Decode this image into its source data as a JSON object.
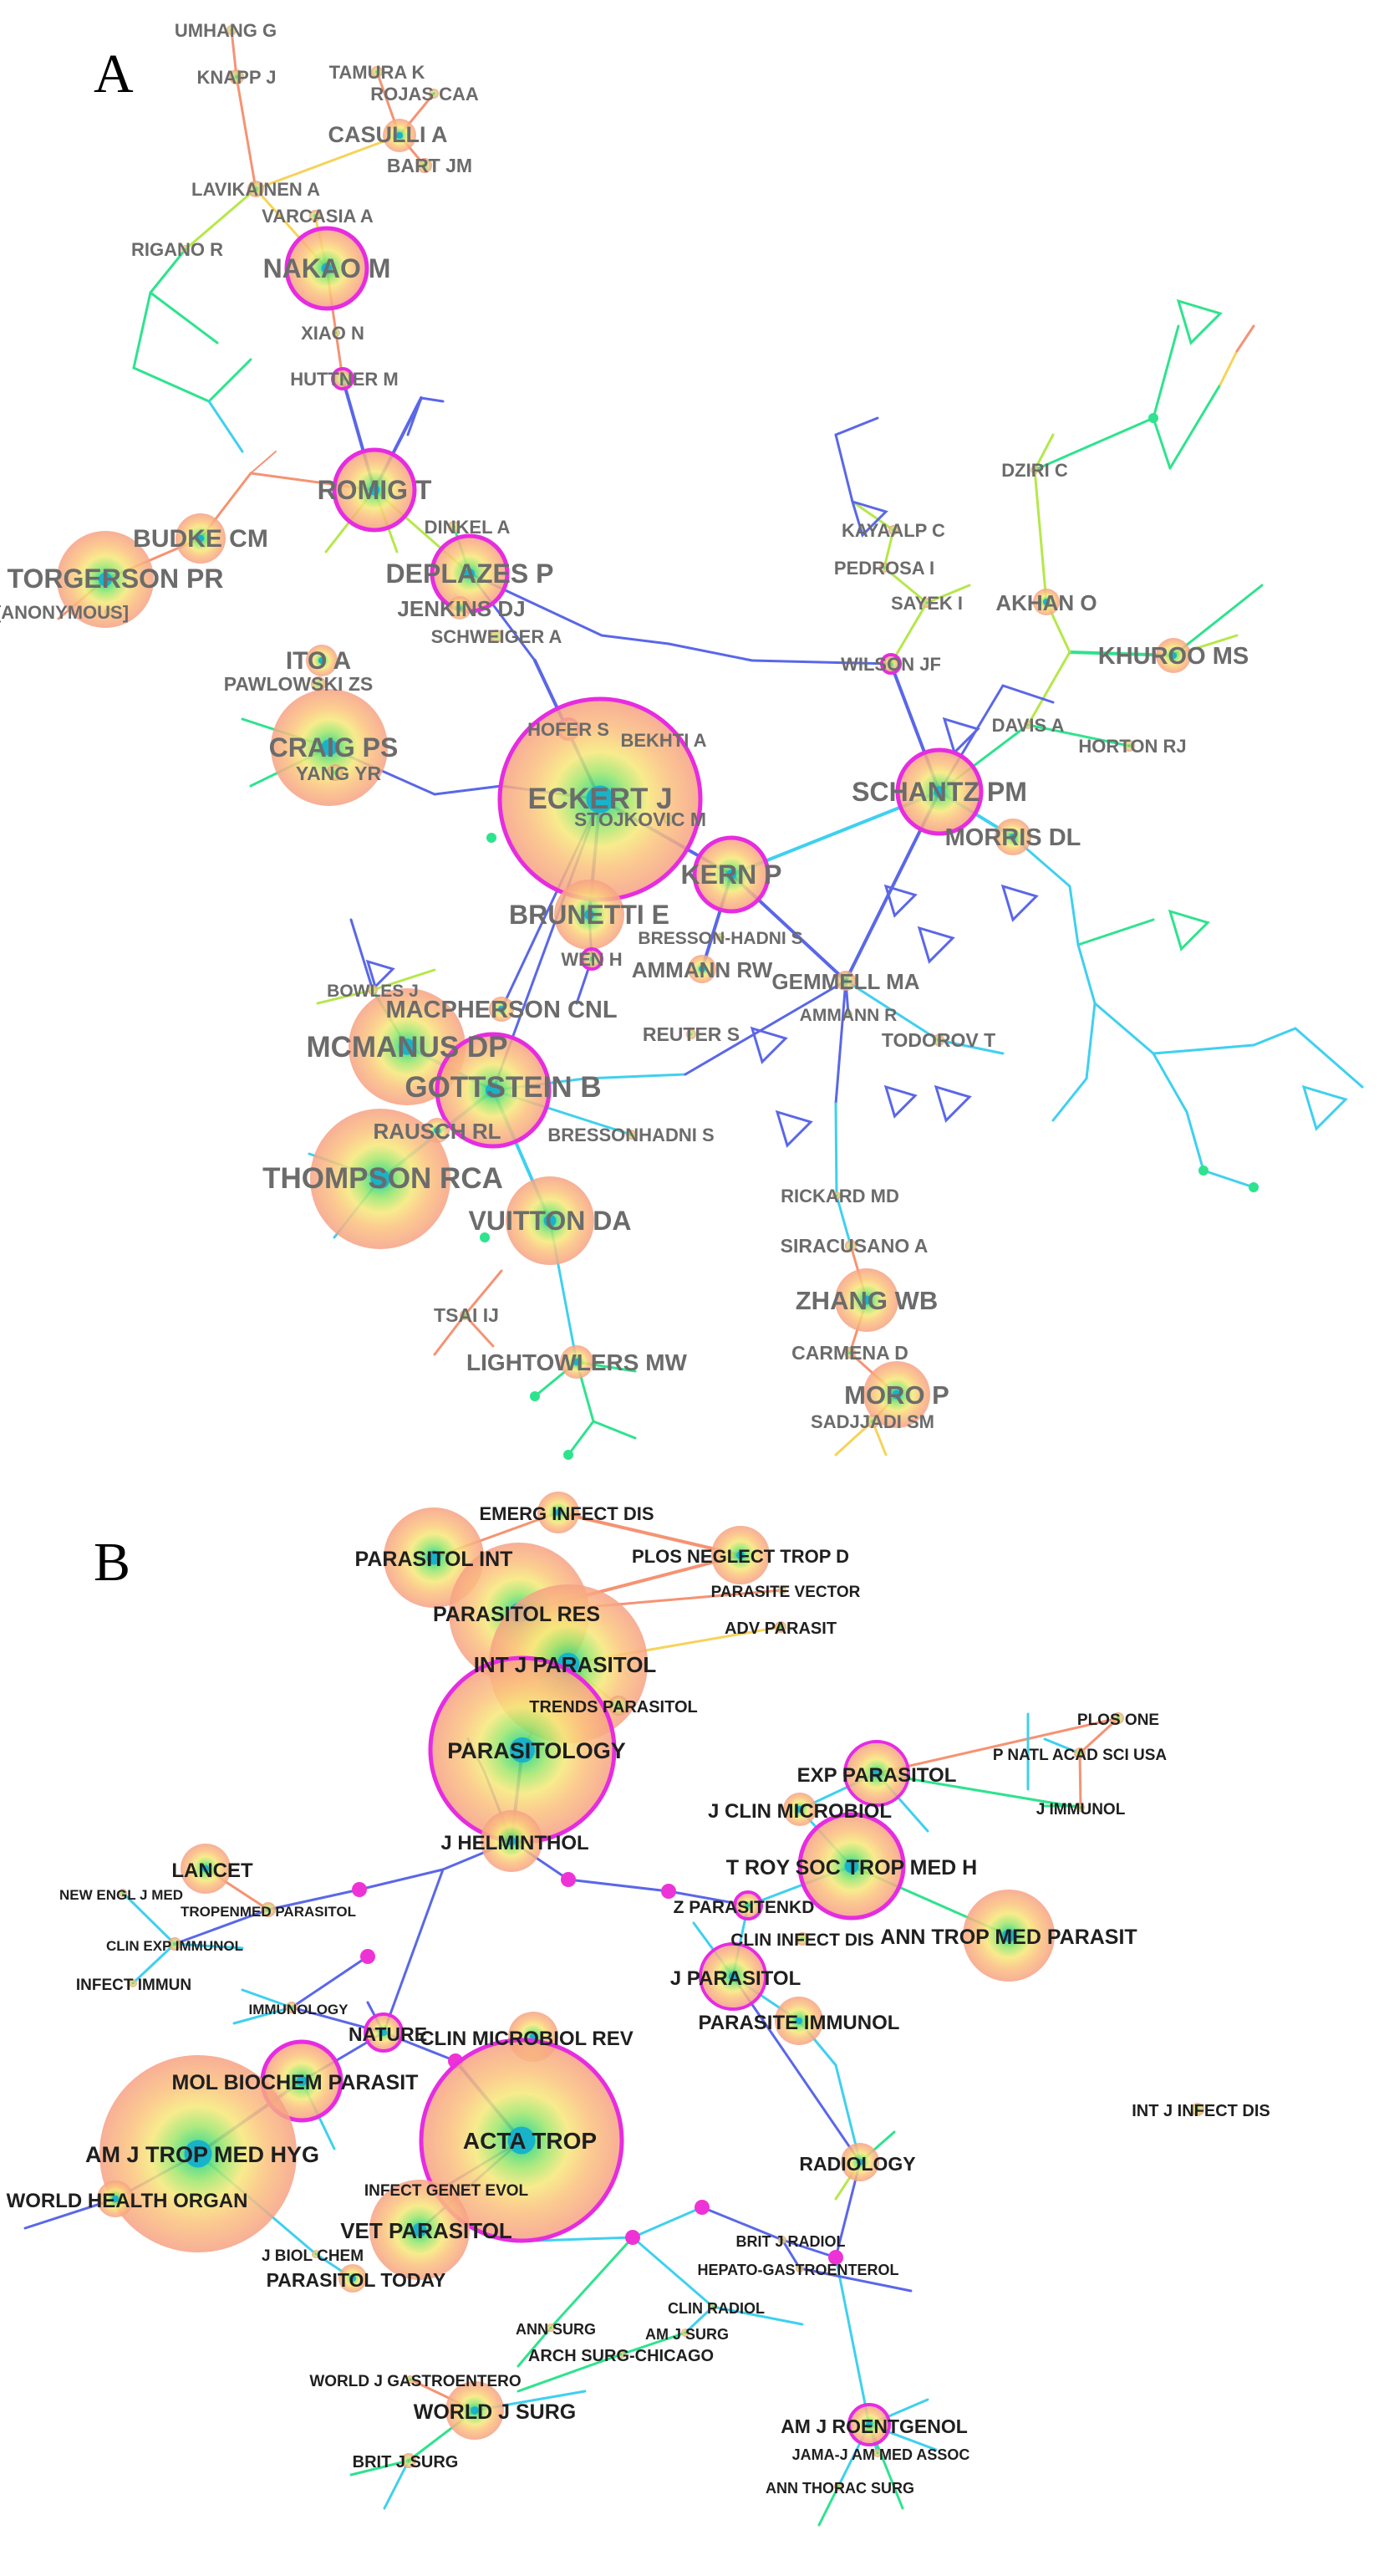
{
  "panels": [
    {
      "id": "A",
      "letter": "A",
      "nodes": [
        {
          "key": "umhang",
          "label": "UMHANG G",
          "size": 1
        },
        {
          "key": "knapp",
          "label": "KNAPP J",
          "size": 1
        },
        {
          "key": "tamura",
          "label": "TAMURA K",
          "size": 1
        },
        {
          "key": "rojas",
          "label": "ROJAS CAA",
          "size": 1
        },
        {
          "key": "casulli",
          "label": "CASULLI A",
          "size": 2
        },
        {
          "key": "bart",
          "label": "BART JM",
          "size": 2
        },
        {
          "key": "lavikainen",
          "label": "LAVIKAINEN A",
          "size": 2
        },
        {
          "key": "varcasia",
          "label": "VARCASIA A",
          "size": 1
        },
        {
          "key": "rigano",
          "label": "RIGANO R",
          "size": 1
        },
        {
          "key": "nakao",
          "label": "NAKAO M",
          "size": 3
        },
        {
          "key": "xiao",
          "label": "XIAO N",
          "size": 1
        },
        {
          "key": "huttner",
          "label": "HUTTNER M",
          "size": 2
        },
        {
          "key": "romig",
          "label": "ROMIG T",
          "size": 3
        },
        {
          "key": "budke",
          "label": "BUDKE CM",
          "size": 2
        },
        {
          "key": "torgerson",
          "label": "TORGERSON PR",
          "size": 3
        },
        {
          "key": "anonymous",
          "label": "[ANONYMOUS]",
          "size": 1
        },
        {
          "key": "dinkel",
          "label": "DINKEL A",
          "size": 1
        },
        {
          "key": "deplazes",
          "label": "DEPLAZES P",
          "size": 3
        },
        {
          "key": "jenkins",
          "label": "JENKINS DJ",
          "size": 2
        },
        {
          "key": "schweiger",
          "label": "SCHWEIGER A",
          "size": 1
        },
        {
          "key": "ito",
          "label": "ITO A",
          "size": 2
        },
        {
          "key": "pawlowski",
          "label": "PAWLOWSKI ZS",
          "size": 1
        },
        {
          "key": "craig",
          "label": "CRAIG PS",
          "size": 4
        },
        {
          "key": "yang",
          "label": "YANG YR",
          "size": 2
        },
        {
          "key": "hofer",
          "label": "HOFER S",
          "size": 1
        },
        {
          "key": "bekhti",
          "label": "BEKHTI A",
          "size": 1
        },
        {
          "key": "eckert",
          "label": "ECKERT J",
          "size": 5
        },
        {
          "key": "stojkovic",
          "label": "STOJKOVIC M",
          "size": 1
        },
        {
          "key": "kern",
          "label": "KERN P",
          "size": 3
        },
        {
          "key": "brunetti",
          "label": "BRUNETTI E",
          "size": 3
        },
        {
          "key": "bressonhadni_s",
          "label": "BRESSON-HADNI S",
          "size": 1
        },
        {
          "key": "wenh",
          "label": "WEN H",
          "size": 1
        },
        {
          "key": "ammannrw",
          "label": "AMMANN RW",
          "size": 2
        },
        {
          "key": "gemmell",
          "label": "GEMMELL MA",
          "size": 2
        },
        {
          "key": "ammannr",
          "label": "AMMANN R",
          "size": 1
        },
        {
          "key": "bowles",
          "label": "BOWLES J",
          "size": 1
        },
        {
          "key": "macpherson",
          "label": "MACPHERSON CNL",
          "size": 2
        },
        {
          "key": "reuter",
          "label": "REUTER S",
          "size": 1
        },
        {
          "key": "todorov",
          "label": "TODOROV T",
          "size": 1
        },
        {
          "key": "mcmanus",
          "label": "MCMANUS DP",
          "size": 4
        },
        {
          "key": "gottstein",
          "label": "GOTTSTEIN B",
          "size": 4
        },
        {
          "key": "rausch",
          "label": "RAUSCH RL",
          "size": 2
        },
        {
          "key": "bressonhadnis",
          "label": "BRESSONHADNI S",
          "size": 1
        },
        {
          "key": "thompson",
          "label": "THOMPSON RCA",
          "size": 4
        },
        {
          "key": "vuitton",
          "label": "VUITTON DA",
          "size": 3
        },
        {
          "key": "rickard",
          "label": "RICKARD MD",
          "size": 1
        },
        {
          "key": "siracusano",
          "label": "SIRACUSANO A",
          "size": 1
        },
        {
          "key": "zhangwb",
          "label": "ZHANG WB",
          "size": 3
        },
        {
          "key": "tsai",
          "label": "TSAI IJ",
          "size": 1
        },
        {
          "key": "lightowlers",
          "label": "LIGHTOWLERS MW",
          "size": 2
        },
        {
          "key": "carmena",
          "label": "CARMENA D",
          "size": 1
        },
        {
          "key": "moro",
          "label": "MORO P",
          "size": 3
        },
        {
          "key": "sadjjadi",
          "label": "SADJJADI SM",
          "size": 1
        },
        {
          "key": "dziri",
          "label": "DZIRI C",
          "size": 1
        },
        {
          "key": "kayaalp",
          "label": "KAYAALP C",
          "size": 1
        },
        {
          "key": "pedrosa",
          "label": "PEDROSA I",
          "size": 1
        },
        {
          "key": "sayek",
          "label": "SAYEK I",
          "size": 1
        },
        {
          "key": "akhan",
          "label": "AKHAN O",
          "size": 2
        },
        {
          "key": "khuroo",
          "label": "KHUROO MS",
          "size": 2
        },
        {
          "key": "wilson",
          "label": "WILSON JF",
          "size": 2
        },
        {
          "key": "davis",
          "label": "DAVIS A",
          "size": 1
        },
        {
          "key": "horton",
          "label": "HORTON RJ",
          "size": 1
        },
        {
          "key": "schantz",
          "label": "SCHANTZ PM",
          "size": 3
        },
        {
          "key": "morris",
          "label": "MORRIS DL",
          "size": 2
        }
      ]
    },
    {
      "id": "B",
      "letter": "B",
      "nodes": [
        {
          "key": "emerg",
          "label": "EMERG INFECT DIS",
          "size": 1
        },
        {
          "key": "parasitolint",
          "label": "PARASITOL INT",
          "size": 3
        },
        {
          "key": "plosntd",
          "label": "PLOS NEGLECT TROP D",
          "size": 2
        },
        {
          "key": "parasitolres",
          "label": "PARASITOL RES",
          "size": 3
        },
        {
          "key": "parasitevector",
          "label": "PARASITE VECTOR",
          "size": 1
        },
        {
          "key": "advparasit",
          "label": "ADV PARASIT",
          "size": 1
        },
        {
          "key": "intjparasitol",
          "label": "INT J PARASITOL",
          "size": 3
        },
        {
          "key": "trendsparasitol",
          "label": "TRENDS PARASITOL",
          "size": 1
        },
        {
          "key": "plosone",
          "label": "PLOS ONE",
          "size": 1
        },
        {
          "key": "pnas",
          "label": "P NATL ACAD SCI USA",
          "size": 1
        },
        {
          "key": "parasitology",
          "label": "PARASITOLOGY",
          "size": 5
        },
        {
          "key": "expparasitol",
          "label": "EXP PARASITOL",
          "size": 2
        },
        {
          "key": "jimmunol",
          "label": "J IMMUNOL",
          "size": 1
        },
        {
          "key": "jclinmicrobiol",
          "label": "J CLIN MICROBIOL",
          "size": 2
        },
        {
          "key": "jhelminthol",
          "label": "J HELMINTHOL",
          "size": 3
        },
        {
          "key": "lancet",
          "label": "LANCET",
          "size": 2
        },
        {
          "key": "troysoc",
          "label": "T ROY SOC TROP MED H",
          "size": 3
        },
        {
          "key": "newengl",
          "label": "NEW ENGL J MED",
          "size": 1
        },
        {
          "key": "tropenmed",
          "label": "TROPENMED PARASITOL",
          "size": 1
        },
        {
          "key": "zparasitenkd",
          "label": "Z PARASITENKD",
          "size": 1
        },
        {
          "key": "anntrop",
          "label": "ANN TROP MED PARASIT",
          "size": 3
        },
        {
          "key": "clinexpimmunol",
          "label": "CLIN EXP IMMUNOL",
          "size": 1
        },
        {
          "key": "clininfectdis",
          "label": "CLIN INFECT DIS",
          "size": 1
        },
        {
          "key": "infectimmun",
          "label": "INFECT IMMUN",
          "size": 1
        },
        {
          "key": "jparasitol",
          "label": "J PARASITOL",
          "size": 2
        },
        {
          "key": "immunology",
          "label": "IMMUNOLOGY",
          "size": 1
        },
        {
          "key": "nature",
          "label": "NATURE",
          "size": 2
        },
        {
          "key": "clinmicrobiolrev",
          "label": "CLIN MICROBIOL REV",
          "size": 2
        },
        {
          "key": "parasiteimmunol",
          "label": "PARASITE IMMUNOL",
          "size": 2
        },
        {
          "key": "intjinfectdis",
          "label": "INT J INFECT DIS",
          "size": 1
        },
        {
          "key": "molbiochem",
          "label": "MOL BIOCHEM PARASIT",
          "size": 2
        },
        {
          "key": "actatrop",
          "label": "ACTA TROP",
          "size": 4
        },
        {
          "key": "amjtrop",
          "label": "AM J TROP MED HYG",
          "size": 5
        },
        {
          "key": "radiology",
          "label": "RADIOLOGY",
          "size": 2
        },
        {
          "key": "bworld",
          "label": "B WORLD HEALTH ORGAN",
          "size": 2
        },
        {
          "key": "infectgenet",
          "label": "INFECT GENET EVOL",
          "size": 1
        },
        {
          "key": "vetparasitol",
          "label": "VET PARASITOL",
          "size": 3
        },
        {
          "key": "jbiolchem",
          "label": "J BIOL CHEM",
          "size": 1
        },
        {
          "key": "britjradiol",
          "label": "BRIT J RADIOL",
          "size": 1
        },
        {
          "key": "hepato",
          "label": "HEPATO-GASTROENTEROL",
          "size": 1
        },
        {
          "key": "parasitoltoday",
          "label": "PARASITOL TODAY",
          "size": 2
        },
        {
          "key": "clinradiol",
          "label": "CLIN RADIOL",
          "size": 1
        },
        {
          "key": "annsurg",
          "label": "ANN SURG",
          "size": 1
        },
        {
          "key": "amjsurg",
          "label": "AM J SURG",
          "size": 1
        },
        {
          "key": "archsurg",
          "label": "ARCH SURG-CHICAGO",
          "size": 1
        },
        {
          "key": "worldjgastro",
          "label": "WORLD J GASTROENTERO",
          "size": 1
        },
        {
          "key": "worldjsurg",
          "label": "WORLD J SURG",
          "size": 2
        },
        {
          "key": "amjroent",
          "label": "AM J ROENTGENOL",
          "size": 2
        },
        {
          "key": "jama",
          "label": "JAMA-J AM MED ASSOC",
          "size": 1
        },
        {
          "key": "britjsurg",
          "label": "BRIT J SURG",
          "size": 1
        },
        {
          "key": "annthorac",
          "label": "ANN THORAC SURG",
          "size": 1
        }
      ]
    }
  ]
}
